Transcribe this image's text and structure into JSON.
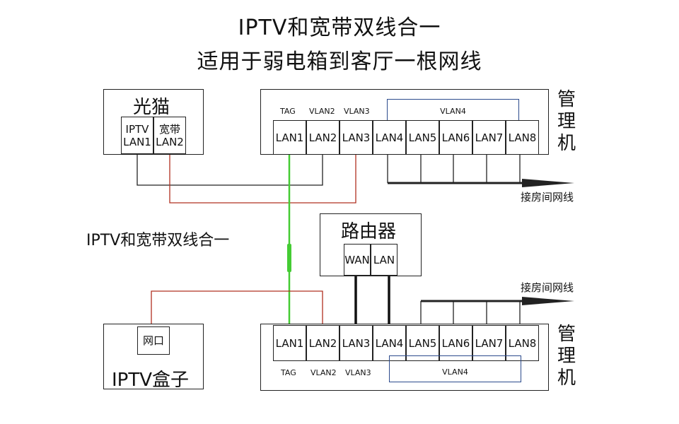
{
  "title_line1": "IPTV和宽带双线合一",
  "title_line2": "适用于弱电箱到客厅一根网线",
  "modem": {
    "title": "光猫",
    "port1": [
      "IPTV",
      "LAN1"
    ],
    "port2": [
      "宽带",
      "LAN2"
    ]
  },
  "switch_top": {
    "side_label": [
      "管",
      "理",
      "机"
    ],
    "tags": [
      "TAG",
      "VLAN2",
      "VLAN3"
    ],
    "vlan_group": "VLAN4",
    "ports": [
      "LAN1",
      "LAN2",
      "LAN3",
      "LAN4",
      "LAN5",
      "LAN6",
      "LAN7",
      "LAN8"
    ]
  },
  "switch_bottom": {
    "side_label": [
      "管",
      "理",
      "机"
    ],
    "tags": [
      "TAG",
      "VLAN2",
      "VLAN3"
    ],
    "vlan_group": "VLAN4",
    "ports": [
      "LAN1",
      "LAN2",
      "LAN3",
      "LAN4",
      "LAN5",
      "LAN6",
      "LAN7",
      "LAN8"
    ]
  },
  "router": {
    "title": "路由器",
    "ports": [
      "WAN",
      "LAN"
    ]
  },
  "iptv_box": {
    "title": "IPTV盒子",
    "port": "网口"
  },
  "labels": {
    "to_rooms_top": "接房间网线",
    "to_rooms_bottom": "接房间网线",
    "cable_label": "IPTV和宽带双线合一"
  },
  "colors": {
    "line": "#222222",
    "red_line": "#b03020",
    "trunk": "#44cc33",
    "vlan_border": "#2b4a8c"
  }
}
